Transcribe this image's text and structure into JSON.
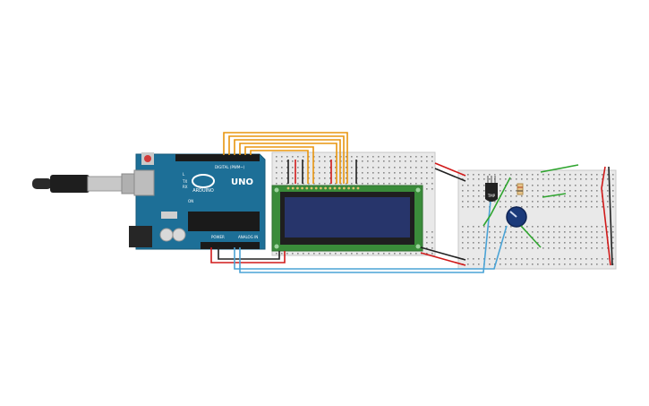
{
  "arduino": {
    "brand": "ARDUINO",
    "model": "UNO",
    "digital_label": "DIGITAL (PWM~)",
    "power_label": "POWER",
    "analog_label": "ANALOG IN",
    "tx_label": "TX",
    "rx_label": "RX",
    "l_label": "L",
    "on_label": "ON"
  },
  "sensor": {
    "label": "TMP"
  },
  "colors": {
    "board_blue": "#1d6f97",
    "breadboard": "#e9e9e9",
    "lcd_pcb": "#3a8c3a",
    "lcd_screen": "#27356b",
    "wire_orange": "#e8950f",
    "wire_red": "#d11a1a",
    "wire_black": "#222222",
    "wire_blue": "#4aa3d6",
    "wire_green": "#2fa52f",
    "usb_cable": "#2a2a2a"
  }
}
